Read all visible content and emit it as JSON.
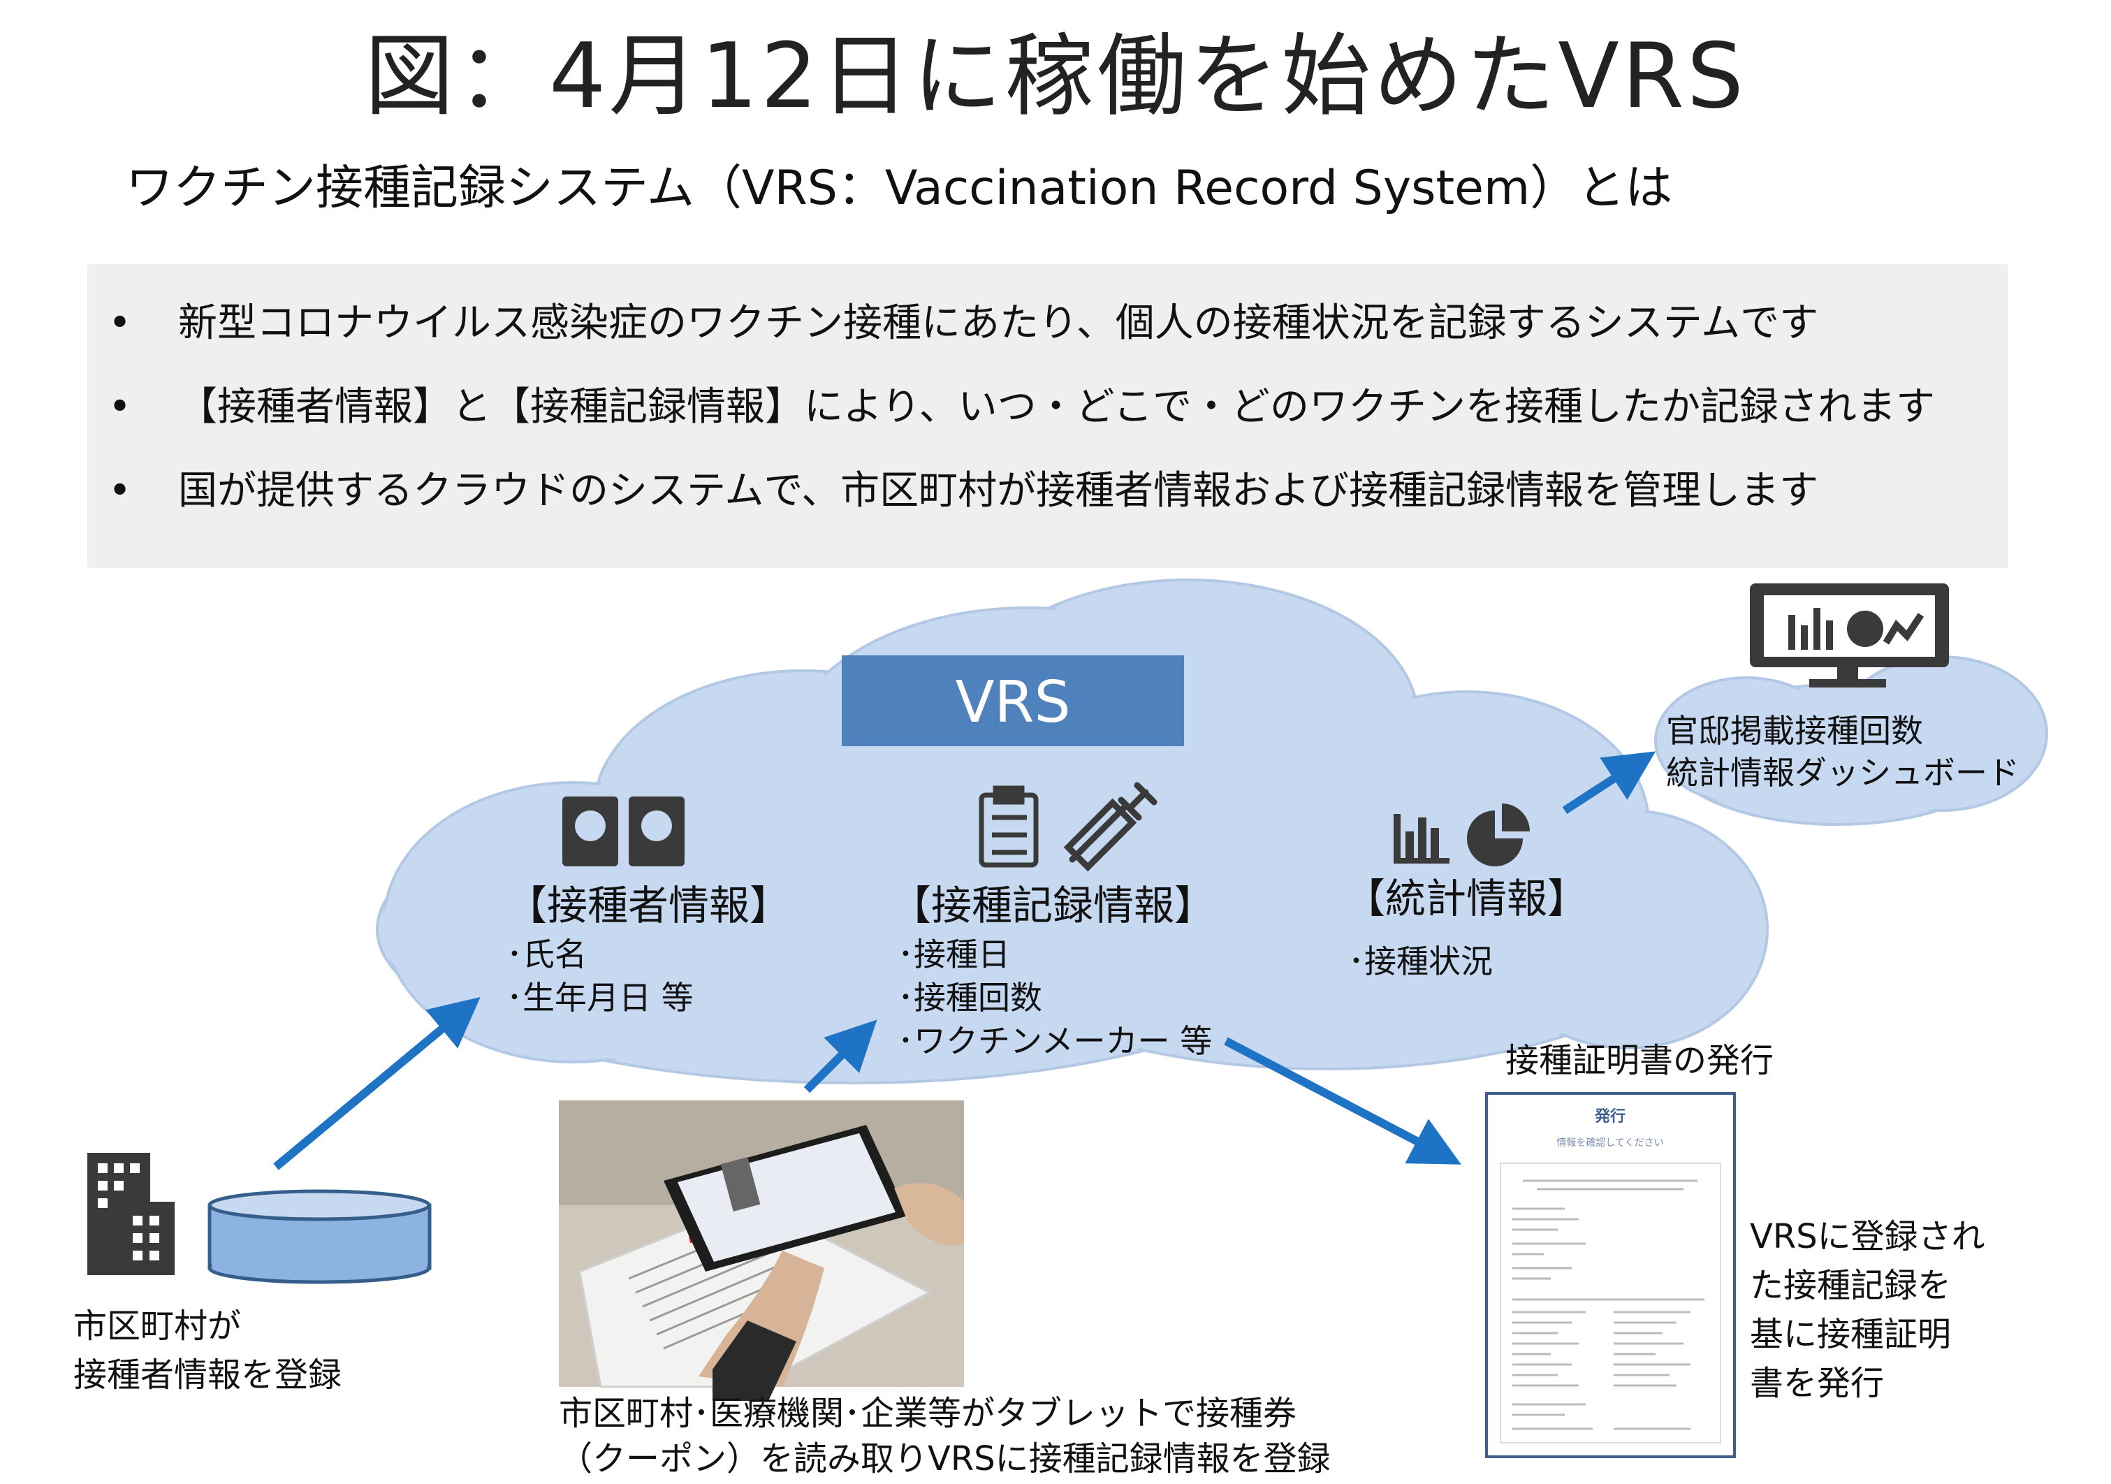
{
  "title": "図：4月12日に稼働を始めたVRS",
  "subtitle": "ワクチン接種記録システム（VRS：Vaccination Record System）とは",
  "bullets": [
    "新型コロナウイルス感染症のワクチン接種にあたり、個人の接種状況を記録するシステムです",
    "【接種者情報】と【接種記録情報】により、いつ・どこで・どのワクチンを接種したか記録されます",
    "国が提供するクラウドのシステムで、市区町村が接種者情報および接種記録情報を管理します"
  ],
  "bullet_marker": "•",
  "vrs_label": "VRS",
  "sections": {
    "recipient": {
      "heading": "【接種者情報】",
      "items": [
        "･氏名",
        "･生年月日 等"
      ]
    },
    "record": {
      "heading": "【接種記録情報】",
      "items": [
        "･接種日",
        "･接種回数",
        "･ワクチンメーカー 等"
      ]
    },
    "stats": {
      "heading": "【統計情報】",
      "items": [
        "･接種状況"
      ]
    }
  },
  "dashboard": {
    "line1": "官邸掲載接種回数",
    "line2": "統計情報ダッシュボード"
  },
  "municipality": {
    "line1": "市区町村が",
    "line2": "接種者情報を登録"
  },
  "tablet_caption": {
    "line1": "市区町村･医療機関･企業等がタブレットで接種券",
    "line2": "（クーポン）を読み取りVRSに接種記録情報を登録"
  },
  "certificate": {
    "heading": "接種証明書の発行",
    "doc_title": "発行",
    "doc_subtitle": "情報を確認してください",
    "desc_lines": [
      "VRSに登録され",
      "た接種記録を",
      "基に接種証明",
      "書を発行"
    ]
  },
  "colors": {
    "cloud": "#c6d9f0",
    "cloud_stroke": "#b3c8e4",
    "vrs_box": "#4f81bd",
    "arrow": "#1f73c5",
    "icon": "#3a3a3a",
    "bullet_bg": "#efefef"
  }
}
